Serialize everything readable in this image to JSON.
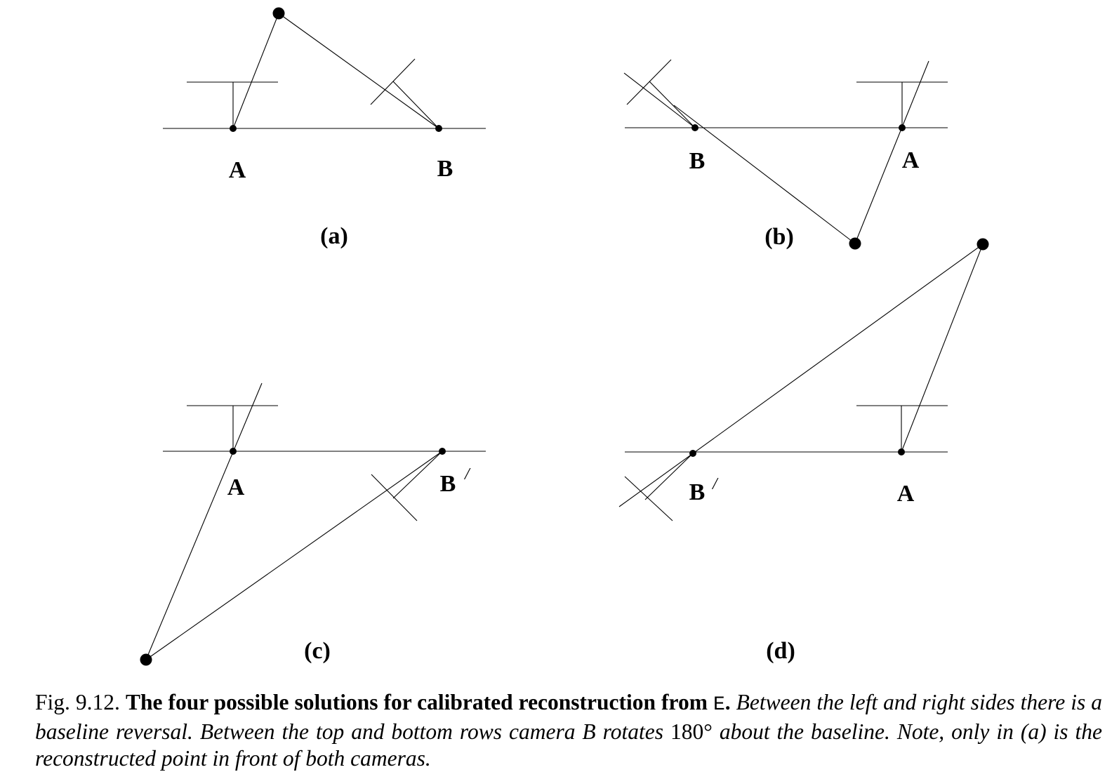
{
  "panels": [
    {
      "id": "a",
      "label": "(a)",
      "camera_left": "A",
      "camera_right": "B",
      "prime": ""
    },
    {
      "id": "b",
      "label": "(b)",
      "camera_left": "B",
      "camera_right": "A",
      "prime": ""
    },
    {
      "id": "c",
      "label": "(c)",
      "camera_left": "A",
      "camera_right": "B",
      "prime": "/"
    },
    {
      "id": "d",
      "label": "(d)",
      "camera_left": "B",
      "camera_right": "A",
      "prime": "/"
    }
  ],
  "caption": {
    "figure_number": "Fig. 9.12.",
    "title_before": "The four possible solutions for calibrated reconstruction from",
    "title_symbol": "E",
    "title_after": ".",
    "text_before_angle": "Between the left and right sides there is a baseline reversal. Between the top and bottom rows camera B rotates",
    "angle": "180°",
    "text_after_angle": "about the baseline. Note, only in (a) is the reconstructed point in front of both cameras."
  }
}
